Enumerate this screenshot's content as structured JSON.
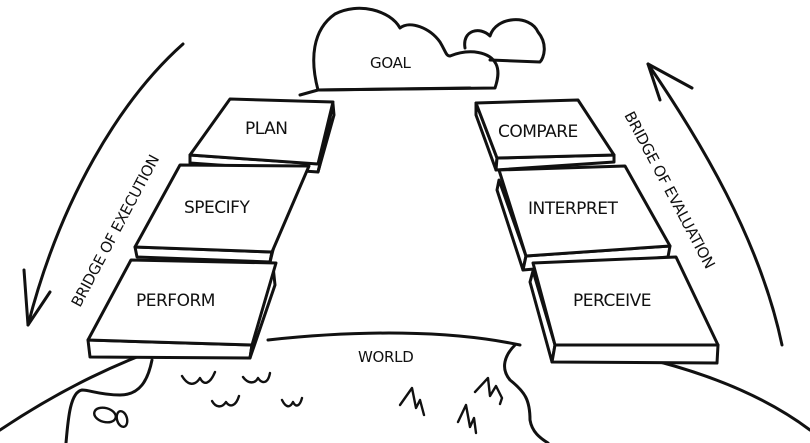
{
  "diagram": {
    "goal_label": "GOAL",
    "world_label": "WORLD",
    "execution": {
      "bridge_label": "BRIDGE OF EXECUTION",
      "arrow_direction": "down",
      "steps": [
        "PLAN",
        "SPECIFY",
        "PERFORM"
      ]
    },
    "evaluation": {
      "bridge_label": "BRIDGE OF EVALUATION",
      "arrow_direction": "up",
      "steps": [
        "COMPARE",
        "INTERPRET",
        "PERCEIVE"
      ]
    },
    "colors": {
      "ink": "#111111",
      "background": "#ffffff"
    }
  }
}
